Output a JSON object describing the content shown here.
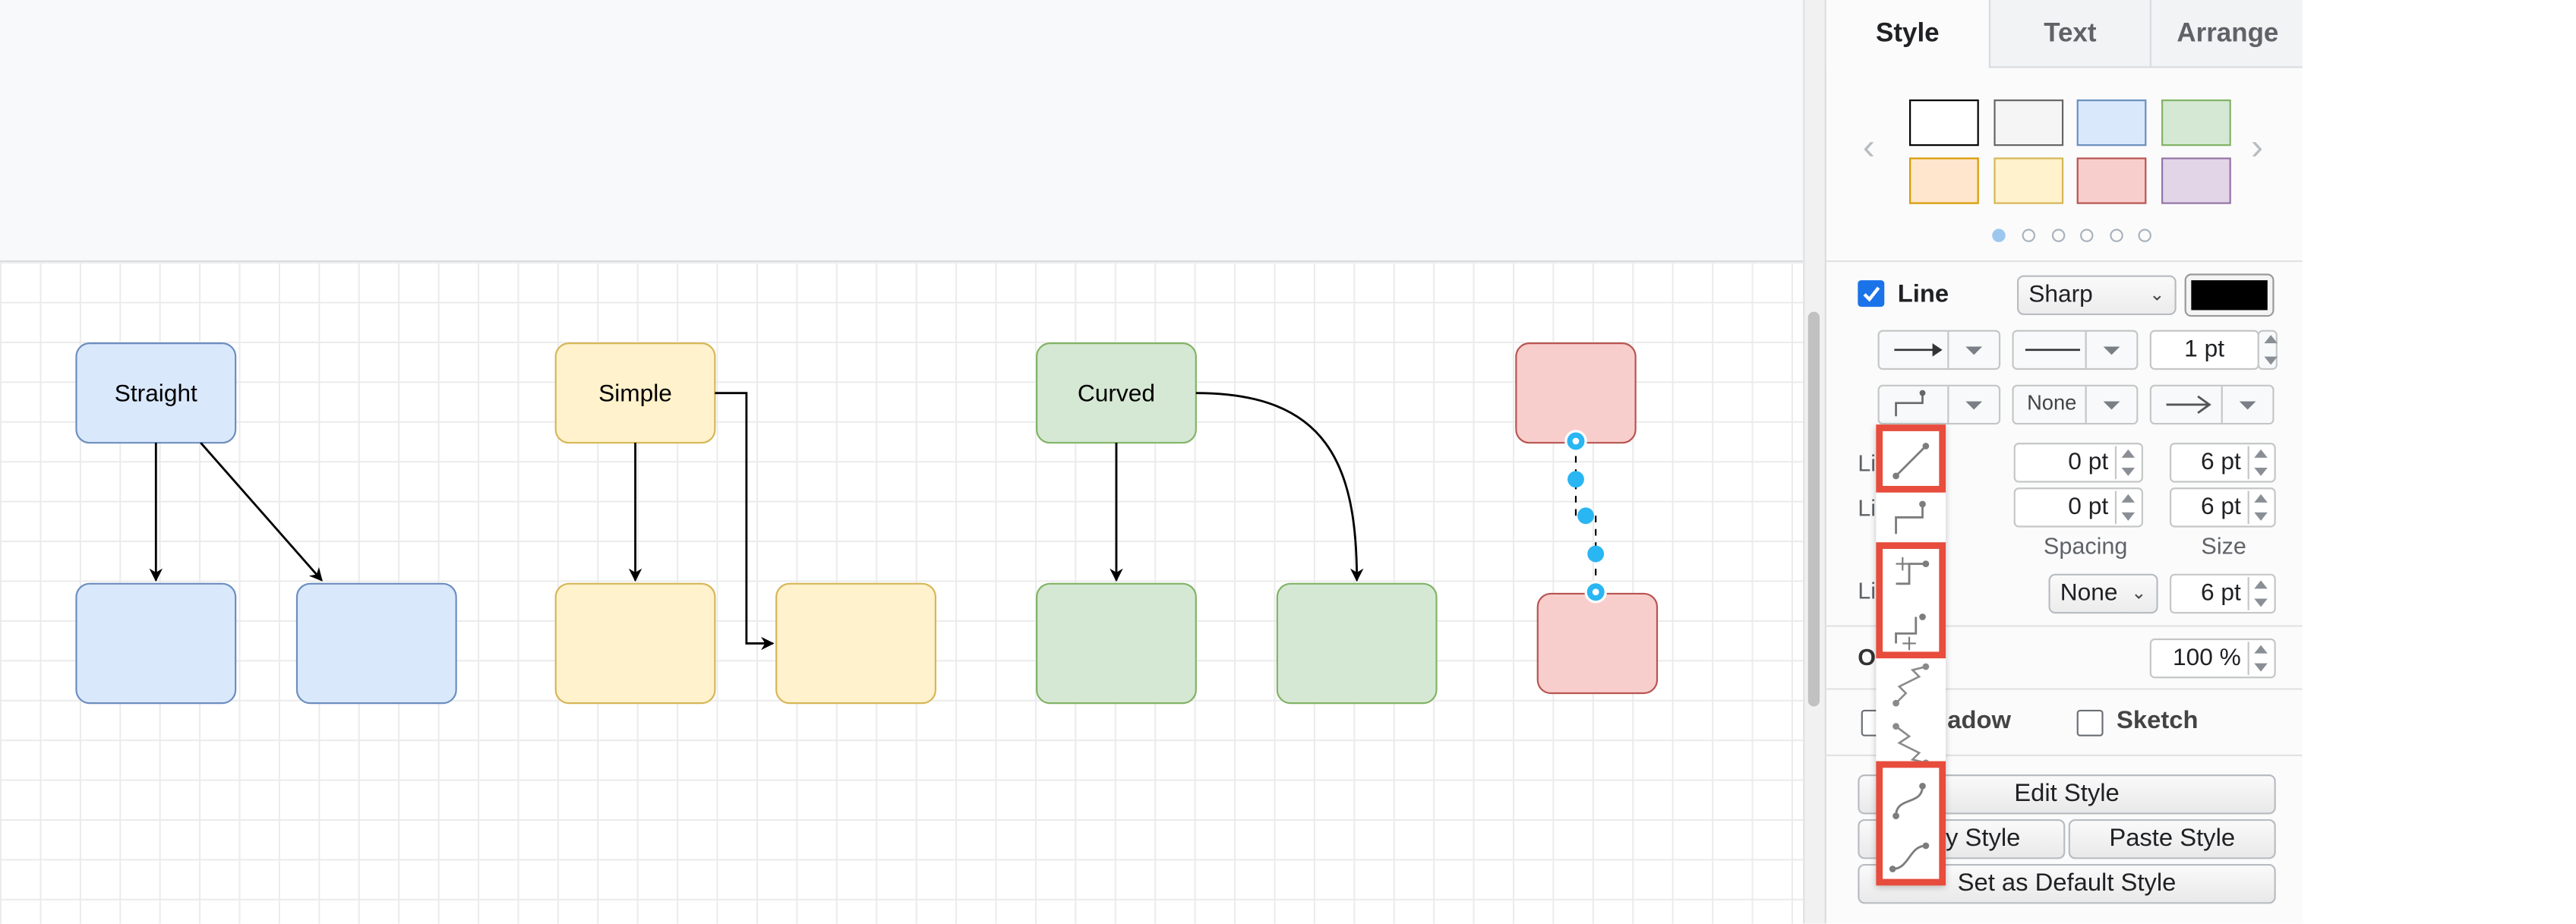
{
  "canvas": {
    "shapes": {
      "straight": "Straight",
      "simple": "Simple",
      "curved": "Curved"
    }
  },
  "panel": {
    "tabs": [
      "Style",
      "Text",
      "Arrange"
    ],
    "swatch_colors": [
      {
        "fill": "#ffffff",
        "stroke": "#000000"
      },
      {
        "fill": "#f5f5f5",
        "stroke": "#666666"
      },
      {
        "fill": "#dae8fc",
        "stroke": "#6c8ebf"
      },
      {
        "fill": "#d5e8d4",
        "stroke": "#82b366"
      },
      {
        "fill": "#ffe6cc",
        "stroke": "#d79b00"
      },
      {
        "fill": "#fff2cc",
        "stroke": "#d6b656"
      },
      {
        "fill": "#f8cecc",
        "stroke": "#b85450"
      },
      {
        "fill": "#e1d5e7",
        "stroke": "#9673a6"
      }
    ],
    "line": {
      "label": "Line",
      "checked": true,
      "style_value": "Sharp",
      "color": "#000000",
      "width_value": "1 pt",
      "end_arrow_value": "None"
    },
    "line_end": {
      "label_visible": "Li      d",
      "value": "0 pt",
      "size": "6 pt"
    },
    "line_start": {
      "label_visible": "Li      rt",
      "value": "0 pt",
      "size": "6 pt"
    },
    "spacing_label": "Spacing",
    "size_label": "Size",
    "line_jumps": {
      "label_visible": "Li      ps",
      "value": "None",
      "size": "6 pt"
    },
    "opacity": {
      "label_visible": "O       y",
      "value": "100 %"
    },
    "shadow_label": "adow",
    "sketch_label": "Sketch",
    "buttons": {
      "edit_style": "Edit Style",
      "copy_style": "y Style",
      "paste_style": "Paste Style",
      "default_style": "Set as Default Style"
    }
  },
  "colors": {
    "highlight": "#e74c3c",
    "selection": "#29b6f2",
    "accent": "#1a73e8"
  }
}
